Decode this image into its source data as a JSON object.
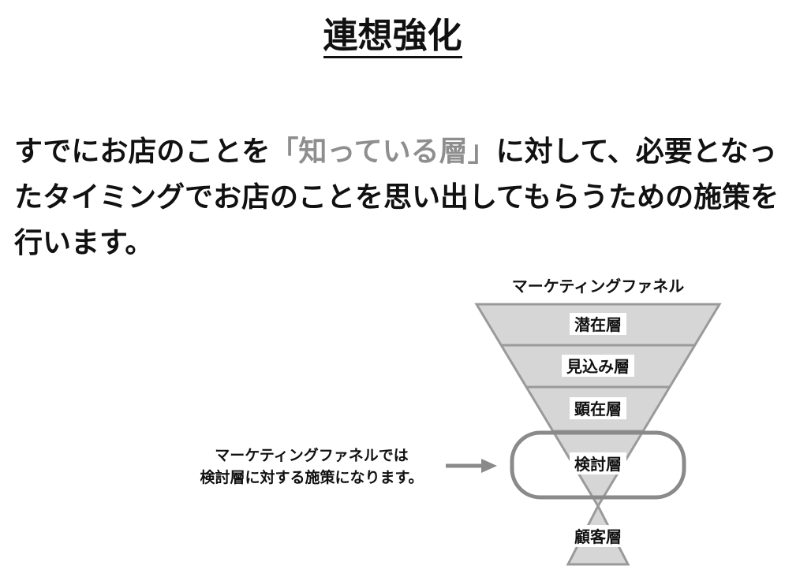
{
  "title": "連想強化",
  "body": {
    "before": "すでにお店のことを",
    "highlight": "「知っている層」",
    "after": "に対して、必要となったタイミングでお店のことを思い出してもらうための施策を行います。"
  },
  "funnel": {
    "title": "マーケティングファネル",
    "layers": [
      "潜在層",
      "見込み層",
      "顕在層",
      "検討層",
      "顧客層"
    ]
  },
  "note": {
    "line1": "マーケティングファネルでは",
    "line2": "検討層に対する施策になります。"
  },
  "colors": {
    "funnel_fill": "#d6d6d6",
    "funnel_stroke": "#9a9a9a",
    "highlight_text": "#8e8e8e",
    "oval_stroke": "#8a8a8a",
    "arrow": "#8a8a8a"
  }
}
